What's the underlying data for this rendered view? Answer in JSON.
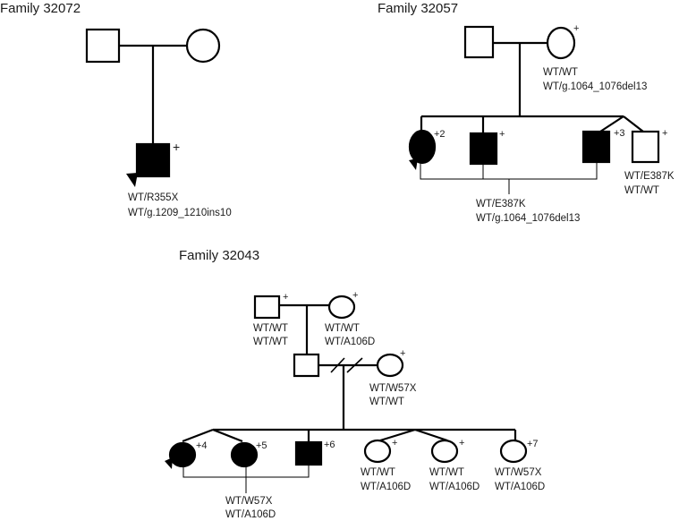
{
  "families": [
    {
      "title": "Family 32072",
      "proband": {
        "sex": "male",
        "affected": true,
        "proband": true,
        "mark": "+",
        "genotype": [
          "WT/R355X",
          "WT/g.1209_1210ins10"
        ]
      },
      "father": {
        "sex": "male",
        "affected": false
      },
      "mother": {
        "sex": "female",
        "affected": false
      }
    },
    {
      "title": "Family 32057",
      "father": {
        "sex": "male",
        "affected": false
      },
      "mother": {
        "sex": "female",
        "affected": false,
        "mark": "+",
        "genotype": [
          "WT/WT",
          "WT/g.1064_1076del13"
        ]
      },
      "children": [
        {
          "sex": "female",
          "affected": true,
          "proband": true,
          "mark": "+2"
        },
        {
          "sex": "male",
          "affected": true,
          "mark": "+"
        },
        {
          "sex": "male",
          "affected": true,
          "mark": "+3",
          "twin": true
        },
        {
          "sex": "male",
          "affected": false,
          "mark": "+",
          "twin": true,
          "genotype": [
            "WT/E387K",
            "WT/WT"
          ]
        }
      ],
      "affected_genotype": [
        "WT/E387K",
        "WT/g.1064_1076del13"
      ]
    },
    {
      "title": "Family 32043",
      "grandfather": {
        "sex": "male",
        "affected": false,
        "mark": "+",
        "genotype": [
          "WT/WT",
          "WT/WT"
        ]
      },
      "grandmother": {
        "sex": "female",
        "affected": false,
        "mark": "+",
        "genotype": [
          "WT/WT",
          "WT/A106D"
        ]
      },
      "father": {
        "sex": "male",
        "affected": false
      },
      "mother": {
        "sex": "female",
        "affected": false,
        "mark": "+",
        "genotype": [
          "WT/W57X",
          "WT/WT"
        ],
        "divorced": true
      },
      "children": [
        {
          "sex": "female",
          "affected": true,
          "proband": true,
          "mark": "+4",
          "twin": true
        },
        {
          "sex": "female",
          "affected": true,
          "mark": "+5",
          "twin": true
        },
        {
          "sex": "male",
          "affected": true,
          "mark": "+6"
        },
        {
          "sex": "female",
          "affected": false,
          "mark": "+",
          "twin": true,
          "genotype": [
            "WT/WT",
            "WT/A106D"
          ]
        },
        {
          "sex": "female",
          "affected": false,
          "mark": "+",
          "twin": true,
          "genotype": [
            "WT/WT",
            "WT/A106D"
          ]
        },
        {
          "sex": "female",
          "affected": false,
          "mark": "+7",
          "genotype": [
            "WT/W57X",
            "WT/A106D"
          ]
        }
      ],
      "affected_genotype": [
        "WT/W57X",
        "WT/A106D"
      ]
    }
  ]
}
